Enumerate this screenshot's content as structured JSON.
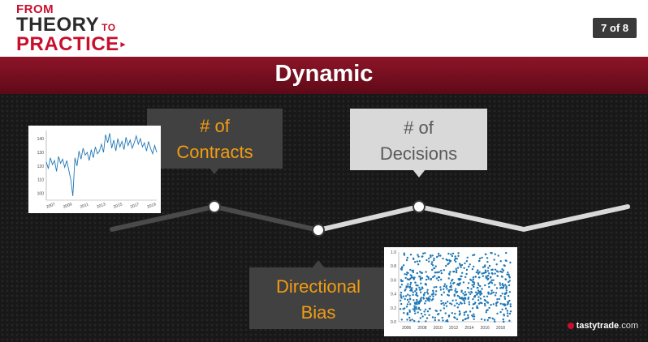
{
  "header": {
    "logo": {
      "line1": "FROM",
      "line2": "THEORY",
      "to": "TO",
      "line3": "PRACTICE",
      "arrow": "▸"
    },
    "slide_counter": "7 of 8"
  },
  "title": "Dynamic",
  "boxes": {
    "contracts": {
      "line1": "# of",
      "line2": "Contracts"
    },
    "decisions": {
      "line1": "# of",
      "line2": "Decisions"
    },
    "bias": {
      "line1": "Directional",
      "line2": "Bias"
    }
  },
  "brand": {
    "name": "tastytrade",
    "suffix": ".com"
  },
  "colors": {
    "accent_red": "#c8102e",
    "title_bar": "#7a0f20",
    "orange_text": "#f39c12",
    "chart_blue": "#1f77b4"
  },
  "chart_data": [
    {
      "type": "line",
      "x_ticks": [
        "2007",
        "2009",
        "2011",
        "2013",
        "2015",
        "2017",
        "2019"
      ],
      "y_ticks": [
        "100",
        "110",
        "120",
        "130",
        "140"
      ],
      "ylim": [
        95,
        146
      ],
      "series": [
        {
          "values": [
            123,
            118,
            126,
            121,
            124,
            116,
            127,
            122,
            125,
            119,
            124,
            117,
            110,
            98,
            126,
            120,
            131,
            125,
            133,
            128,
            130,
            124,
            132,
            126,
            134,
            129,
            131,
            136,
            130,
            143,
            137,
            144,
            133,
            139,
            131,
            140,
            134,
            138,
            132,
            141,
            135,
            139,
            133,
            137,
            142,
            136,
            140,
            134,
            137,
            131,
            138,
            133,
            129,
            135,
            130
          ]
        }
      ]
    },
    {
      "type": "scatter",
      "x_ticks": [
        "2006",
        "2008",
        "2010",
        "2012",
        "2014",
        "2016",
        "2018"
      ],
      "y_ticks": [
        "0.0",
        "0.2",
        "0.4",
        "0.6",
        "0.8",
        "1.0"
      ],
      "ylim": [
        0,
        1
      ],
      "xlim": [
        2005,
        2019.5
      ],
      "note": "dense daily points spanning 2005–2019 between 0.0 and 1.0"
    }
  ]
}
